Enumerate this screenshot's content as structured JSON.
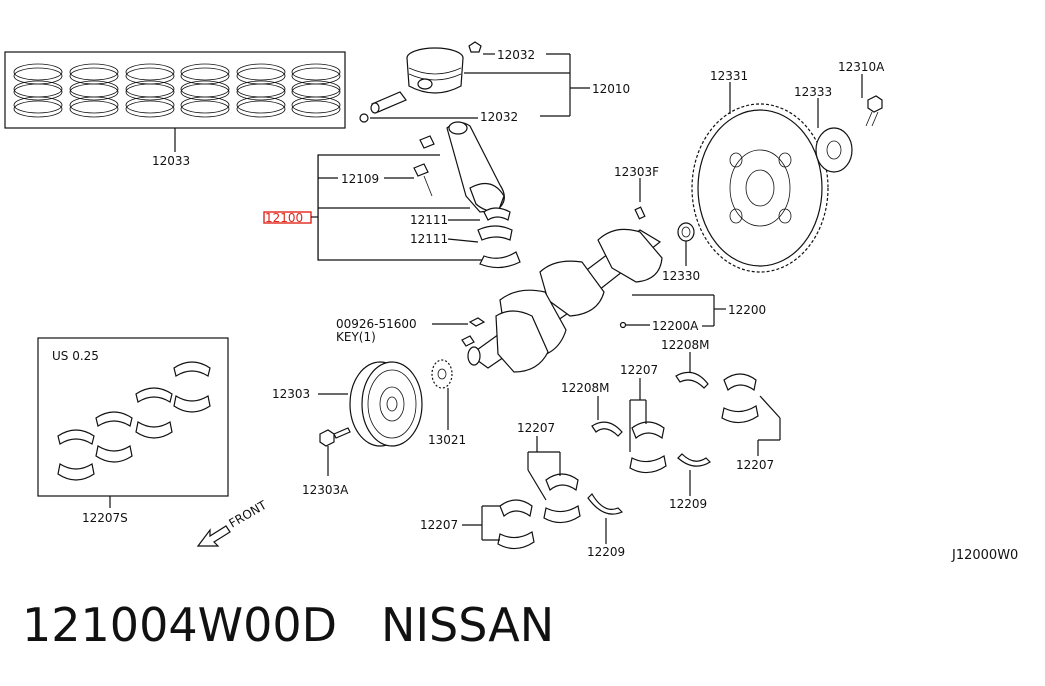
{
  "labels": {
    "rings": "12033",
    "pin_clip_top": "12032",
    "piston": "12010",
    "pin_clip_bottom": "12032",
    "rod_bolt": "12109",
    "rod_assembly": "12100",
    "bearing_upper": "12111",
    "bearing_lower": "12111",
    "crank_pin": "12303F",
    "pilot_bushing": "12330",
    "flywheel": "12331",
    "flywheel_plate": "12333",
    "flywheel_bolt": "12310A",
    "crankshaft": "12200",
    "crankshaft_sub": "12200A",
    "key_part": "00926-51600",
    "key_desc": "KEY(1)",
    "pulley": "12303",
    "sprocket": "13021",
    "pulley_bolt": "12303A",
    "undersize_box": "US 0.25",
    "undersize_set": "12207S",
    "front_label": "FRONT",
    "thrust_washer_a": "12208M",
    "thrust_washer_b": "12208M",
    "main_bearing_a": "12207",
    "main_bearing_b": "12207",
    "main_bearing_c": "12207",
    "main_bearing_d": "12207",
    "thrust_c": "12209",
    "thrust_d": "12209",
    "diagram_code": "J12000W0"
  },
  "highlight_color": "#e0261b",
  "caption": {
    "part_number": "121004W00D",
    "brand": "NISSAN"
  }
}
